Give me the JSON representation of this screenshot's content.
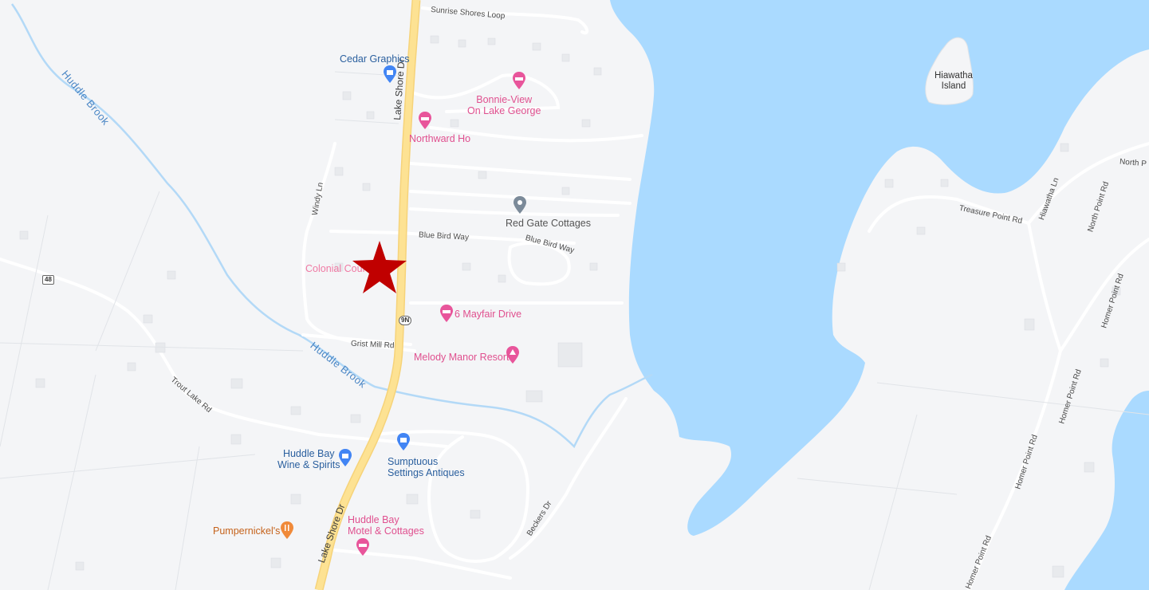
{
  "map": {
    "roads": {
      "lake_shore_top": "Lake Shore Dr",
      "lake_shore_bottom": "Lake Shore Dr",
      "sunrise_shores": "Sunrise Shores Loop",
      "windy": "Windy Ln",
      "blue_bird_1": "Blue Bird Way",
      "blue_bird_2": "Blue Bird Way",
      "grist_mill": "Grist Mill Rd",
      "trout_lake": "Trout Lake Rd",
      "beckers": "Beckers Dr",
      "treasure_point": "Treasure Point Rd",
      "hiawatha_ln": "Hiawatha Ln",
      "north_point": "North Point Rd",
      "north_point_cut": "North P",
      "homer_1": "Homer Point Rd",
      "homer_2": "Homer Point Rd",
      "homer_3": "Homer Point Rd",
      "homer_4": "Homer Point Rd"
    },
    "shields": {
      "route_48": "48",
      "route_9n": "9N"
    },
    "water": {
      "brook_1": "Huddle Brook",
      "brook_2": "Huddle Brook"
    },
    "island": {
      "line1": "Hiawatha",
      "line2": "Island"
    },
    "pois": {
      "cedar_graphics": "Cedar Graphics",
      "bonnie_view_1": "Bonnie-View",
      "bonnie_view_2": "On Lake George",
      "northward_ho": "Northward Ho",
      "red_gate": "Red Gate Cottages",
      "colonial_court": "Colonial Cour",
      "mayfair": "6 Mayfair Drive",
      "melody_manor": "Melody Manor Resort",
      "huddle_wine_1": "Huddle Bay",
      "huddle_wine_2": "Wine & Spirits",
      "sumptuous_1": "Sumptuous",
      "sumptuous_2": "Settings Antiques",
      "pumpernickels": "Pumpernickel's",
      "huddle_motel_1": "Huddle Bay",
      "huddle_motel_2": "Motel & Cottages"
    },
    "colors": {
      "land": "#f4f5f7",
      "water": "#aadaff",
      "highway": "#fde293",
      "marker": "#c00000"
    }
  }
}
